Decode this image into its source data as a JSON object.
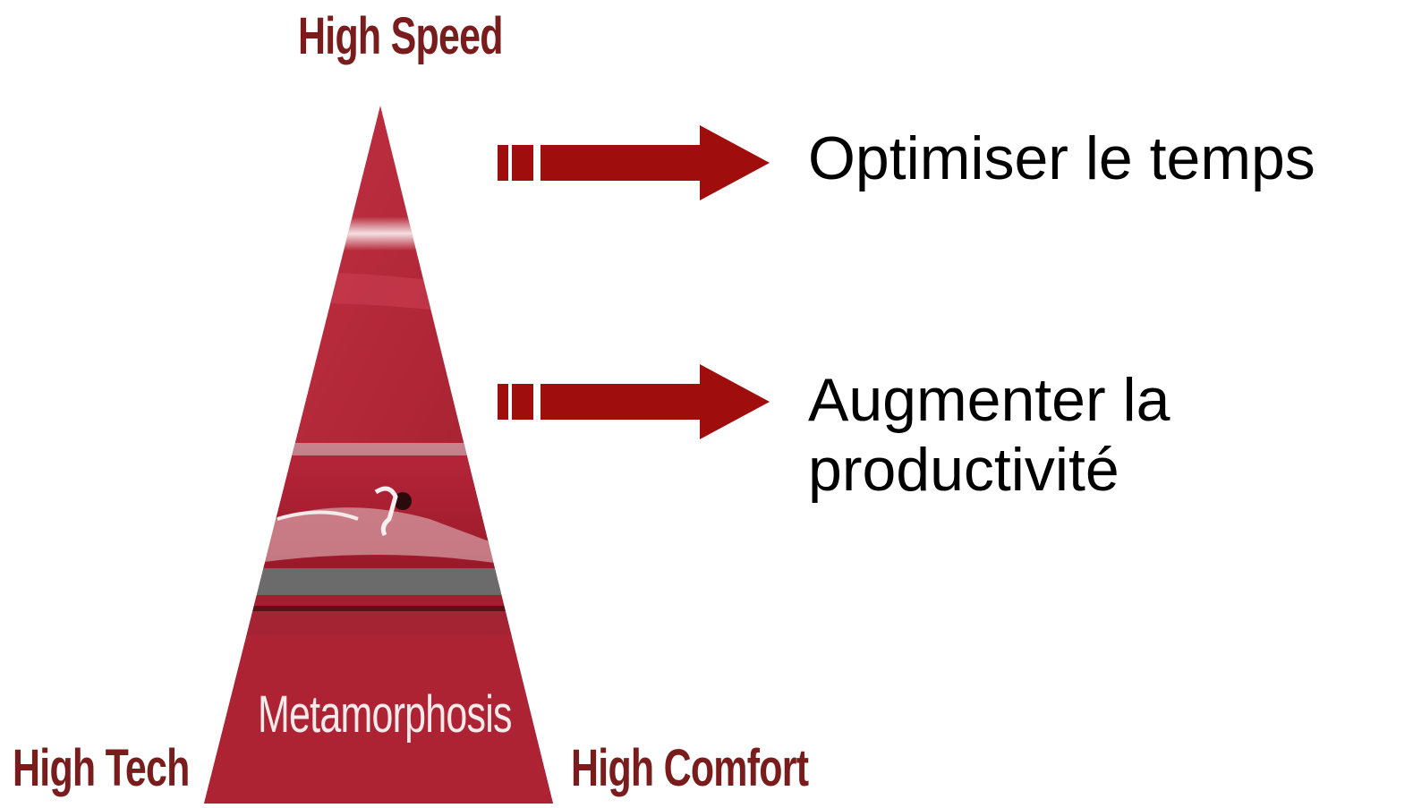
{
  "pyramid": {
    "top_label": "High Speed",
    "left_label": "High Tech",
    "right_label": "High Comfort",
    "center_label": "Metamorphosis"
  },
  "statements": [
    {
      "text": "Optimiser le temps"
    },
    {
      "text": "Augmenter la productivité"
    }
  ],
  "colors": {
    "label_text": "#7a1c1c",
    "pyramid_red": "#b52a3a",
    "pyramid_dark": "#8e1e2a",
    "arrow_red": "#a00d0d",
    "statement_text": "#000000"
  },
  "icons": [
    "arrow-right-icon",
    "train-image"
  ]
}
